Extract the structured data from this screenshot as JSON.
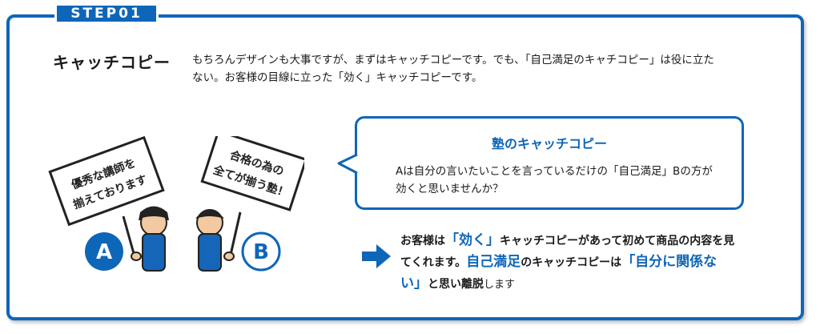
{
  "step": {
    "label": "STEP01"
  },
  "section": {
    "heading": "キャッチコピー"
  },
  "intro": {
    "line1": "もちろんデザインも大事ですが、まずはキャッチコピーです。でも、「自己満足のキャチコピー」は役に立た",
    "line2": "ない。お客様の目線に立った「効く」キャッチコピーです。"
  },
  "signs": {
    "a": {
      "line1": "優秀な講師を",
      "line2": "揃えております",
      "badge": "A"
    },
    "b": {
      "line1": "合格の為の",
      "line2": "全てが揃う塾！",
      "badge": "B"
    }
  },
  "bubble": {
    "title": "塾のキャッチコピー",
    "line1": "Aは自分の言いたいことを言っているだけの「自己満足」Bの方が",
    "line2": "効くと思いませんか？"
  },
  "conclusion": {
    "t1": "お客様は",
    "h1": "「効く」",
    "t2": "キャッチコピーがあって初めて商品の内容を見",
    "t3": "てくれます。",
    "h2": "自己満足",
    "t4": "のキャッチコピーは",
    "h3": "「自分に関係な",
    "h4": "い」",
    "t5": "と思い離脱",
    "t6": "します"
  },
  "colors": {
    "accent": "#0e66b8",
    "text": "#1a1a1a"
  }
}
